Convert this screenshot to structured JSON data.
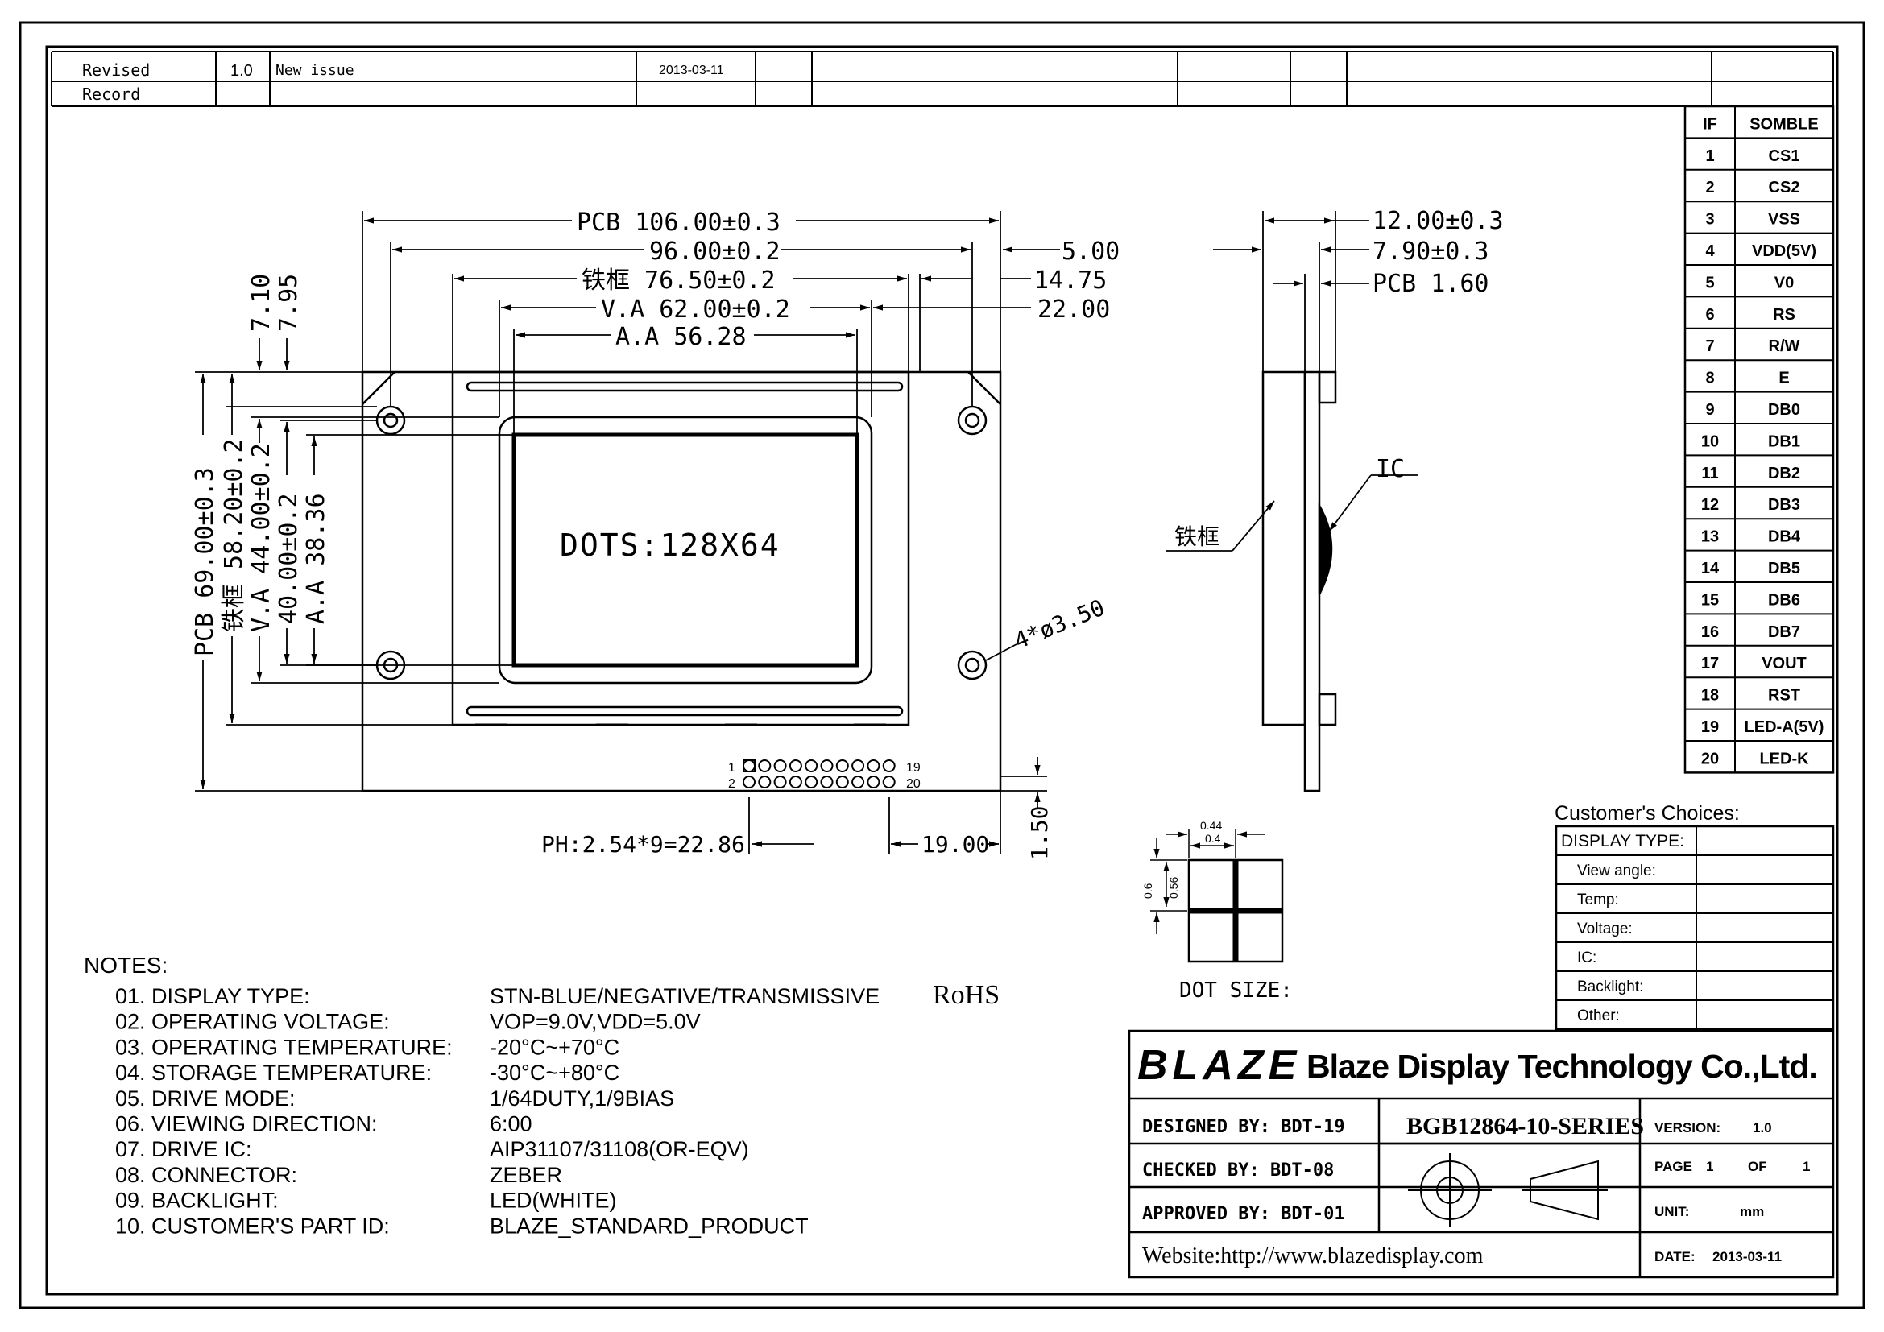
{
  "revision": {
    "label_line1": "Revised",
    "label_line2": "Record",
    "version": "1.0",
    "note": "New issue",
    "date": "2013-03-11"
  },
  "pin_table": {
    "header_if": "IF",
    "header_symbol": "SOMBLE",
    "rows": [
      {
        "no": "1",
        "sym": "CS1"
      },
      {
        "no": "2",
        "sym": "CS2"
      },
      {
        "no": "3",
        "sym": "VSS"
      },
      {
        "no": "4",
        "sym": "VDD(5V)"
      },
      {
        "no": "5",
        "sym": "V0"
      },
      {
        "no": "6",
        "sym": "RS"
      },
      {
        "no": "7",
        "sym": "R/W"
      },
      {
        "no": "8",
        "sym": "E"
      },
      {
        "no": "9",
        "sym": "DB0"
      },
      {
        "no": "10",
        "sym": "DB1"
      },
      {
        "no": "11",
        "sym": "DB2"
      },
      {
        "no": "12",
        "sym": "DB3"
      },
      {
        "no": "13",
        "sym": "DB4"
      },
      {
        "no": "14",
        "sym": "DB5"
      },
      {
        "no": "15",
        "sym": "DB6"
      },
      {
        "no": "16",
        "sym": "DB7"
      },
      {
        "no": "17",
        "sym": "VOUT"
      },
      {
        "no": "18",
        "sym": "RST"
      },
      {
        "no": "19",
        "sym": "LED-A(5V)"
      },
      {
        "no": "20",
        "sym": "LED-K"
      }
    ]
  },
  "front_view": {
    "dim_pcb_w": "PCB 106.00±0.3",
    "dim_96": "96.00±0.2",
    "dim_frame_w": "铁框 76.50±0.2",
    "dim_va_w": "V.A 62.00±0.2",
    "dim_aa_w": "A.A 56.28",
    "dim_5": "5.00",
    "dim_1475": "14.75",
    "dim_22": "22.00",
    "dim_710": "7.10",
    "dim_795": "7.95",
    "dim_pcb_h": "PCB 69.00±0.3",
    "dim_frame_h": "铁框 58.20±0.2",
    "dim_va_h": "V.A 44.00±0.2",
    "dim_40": "40.00±0.2",
    "dim_aa_h": "A.A 38.36",
    "dots": "DOTS:128X64",
    "hole": "4*ø3.50",
    "pin_1": "1",
    "pin_2": "2",
    "pin_19": "19",
    "pin_20": "20",
    "pitch": "PH:2.54*9=22.86",
    "dim_19": "19.00",
    "dim_150": "1.50"
  },
  "side_view": {
    "dim_12": "12.00±0.3",
    "dim_790": "7.90±0.3",
    "dim_pcb": "PCB 1.60",
    "ic": "IC",
    "frame": "铁框"
  },
  "dot_size": {
    "label": "DOT SIZE:",
    "d044": "0.44",
    "d04": "0.4",
    "d06": "0.6",
    "d056": "0.56"
  },
  "notes": {
    "title": "NOTES:",
    "rows": [
      {
        "k": "01. DISPLAY TYPE:",
        "v": "STN-BLUE/NEGATIVE/TRANSMISSIVE"
      },
      {
        "k": "02. OPERATING VOLTAGE:",
        "v": "VOP=9.0V,VDD=5.0V"
      },
      {
        "k": "03. OPERATING TEMPERATURE:",
        "v": "-20°C~+70°C"
      },
      {
        "k": "04. STORAGE TEMPERATURE:",
        "v": "-30°C~+80°C"
      },
      {
        "k": "05. DRIVE MODE:",
        "v": "1/64DUTY,1/9BIAS"
      },
      {
        "k": "06. VIEWING DIRECTION:",
        "v": "6:00"
      },
      {
        "k": "07. DRIVE IC:",
        "v": "AIP31107/31108(OR-EQV)"
      },
      {
        "k": "08. CONNECTOR:",
        "v": "ZEBER"
      },
      {
        "k": "09. BACKLIGHT:",
        "v": "LED(WHITE)"
      },
      {
        "k": "10. CUSTOMER'S PART ID:",
        "v": "BLAZE_STANDARD_PRODUCT"
      }
    ],
    "rohs": "RoHS"
  },
  "choices": {
    "title": "Customer's Choices:",
    "rows": [
      "DISPLAY TYPE:",
      "View angle:",
      "Temp:",
      "Voltage:",
      "IC:",
      "Backlight:",
      "Other:"
    ]
  },
  "title_block": {
    "logo": "BLAZE",
    "company": "Blaze Display Technology Co.,Ltd.",
    "designed": "DESIGNED BY: BDT-19",
    "checked": "CHECKED BY: BDT-08",
    "approved": "APPROVED BY: BDT-01",
    "part": "BGB12864-10-SERIES",
    "version_label": "VERSION:",
    "version": "1.0",
    "page_label": "PAGE",
    "page": "1",
    "of_label": "OF",
    "of": "1",
    "unit_label": "UNIT:",
    "unit": "mm",
    "date_label": "DATE:",
    "date": "2013-03-11",
    "website": "Website:http://www.blazedisplay.com"
  }
}
